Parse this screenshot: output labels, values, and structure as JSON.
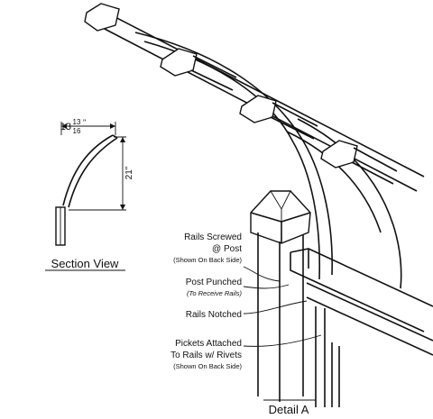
{
  "section_view": {
    "title": "Section View",
    "width_whole": "13",
    "width_num": "13",
    "width_den": "16",
    "width_mark": "\"",
    "height_label": "21\""
  },
  "detail_view": {
    "title": "Detail A",
    "callouts": [
      {
        "main": "Rails Screwed",
        "main2": "@ Post",
        "note": "(Shown On Back Side)"
      },
      {
        "main": "Post Punched",
        "note": "(To Receive Rails)"
      },
      {
        "main": "Rails Notched"
      },
      {
        "main": "Pickets Attached",
        "main2": "To Rails w/ Rivets",
        "note": "(Shown On Back Side)"
      }
    ]
  }
}
